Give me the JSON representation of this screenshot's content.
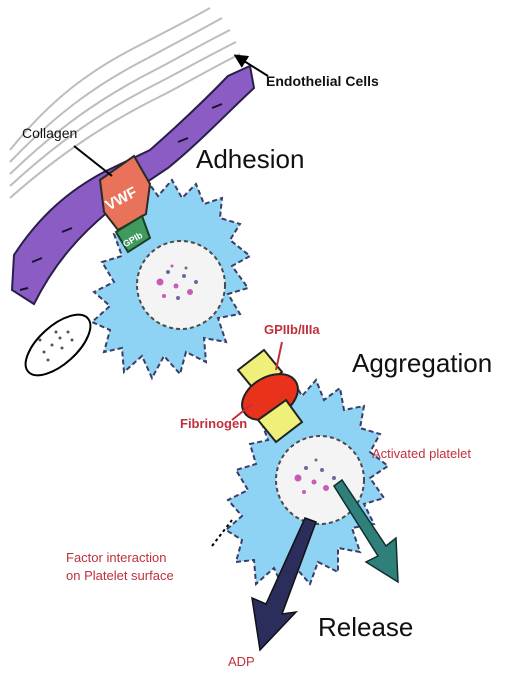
{
  "labels": {
    "endothelial": "Endothelial Cells",
    "collagen": "Collagen",
    "adhesion": "Adhesion",
    "vwf": "VWF",
    "gpib": "GPIb",
    "gpiib_iiia": "GPIIb/IIIa",
    "aggregation": "Aggregation",
    "fibrinogen": "Fibrinogen",
    "activated_platelet": "Activated platelet",
    "factor_line1": "Factor interaction",
    "factor_line2": "on Platelet  surface",
    "release": "Release",
    "adp": "ADP"
  },
  "colors": {
    "platelet_fill": "#8fd3f4",
    "endothelium": "#8a5cc4",
    "vwf": "#e8735a",
    "gpib": "#3f9a5e",
    "fibrinogen": "#e8321c",
    "gpiib_iiia": "#eef07a",
    "red_text": "#c0303c",
    "arrow_dark": "#2b2d5c",
    "arrow_teal": "#2f7f7a"
  }
}
